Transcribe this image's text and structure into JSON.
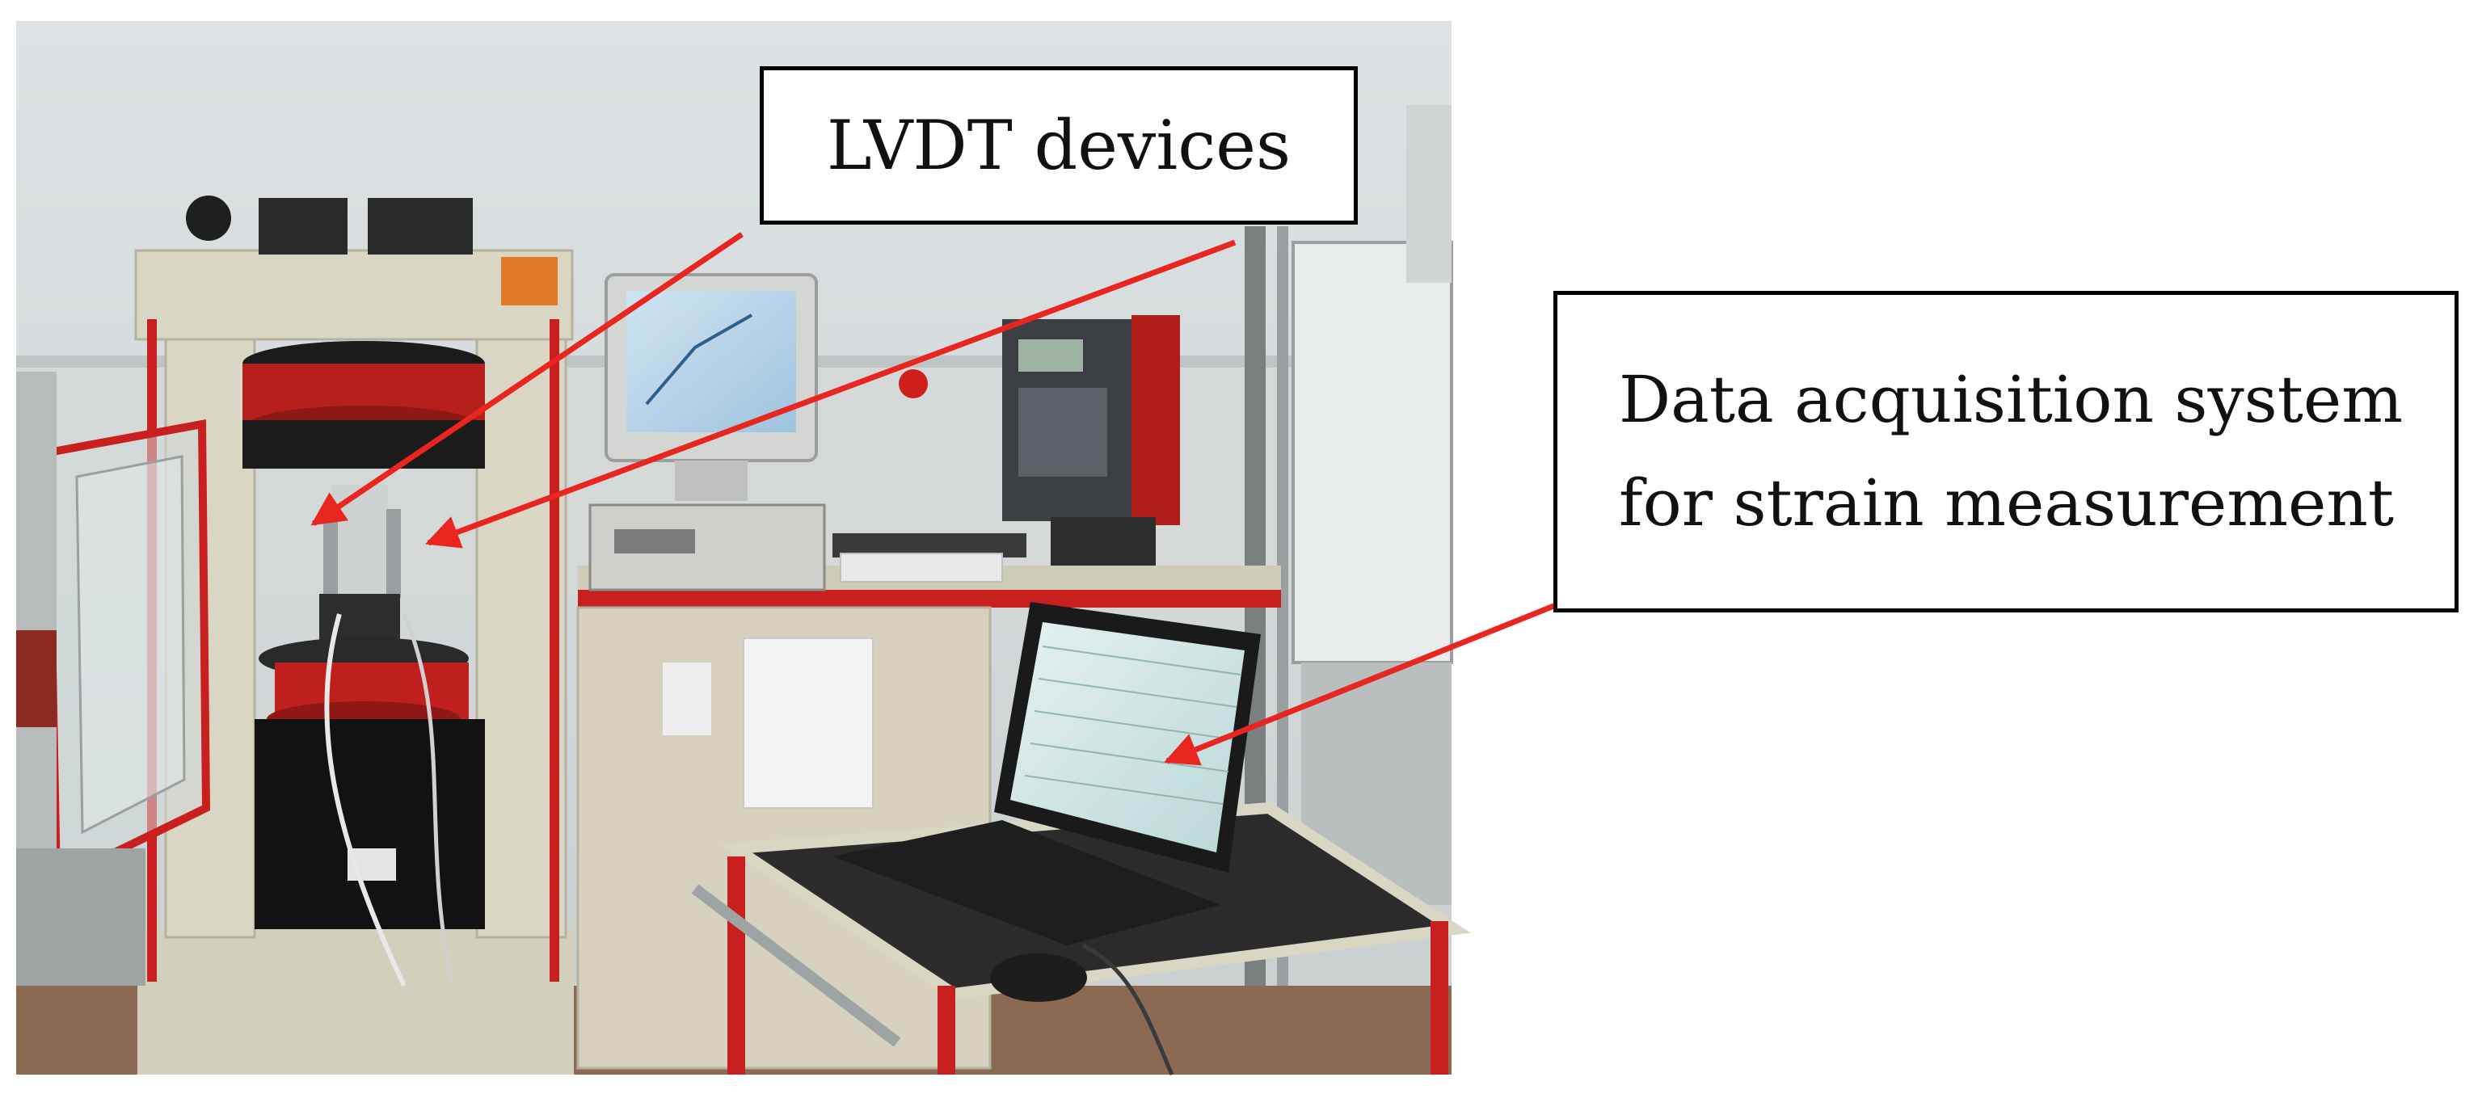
{
  "figure": {
    "callouts": {
      "lvdt": {
        "text": "LVDT devices"
      },
      "daq": {
        "line1": "Data acquisition system",
        "line2": "for strain measurement"
      }
    },
    "colors": {
      "arrow": "#e8251f",
      "frame_red": "#c8201e",
      "machine_beige": "#d9d6c3",
      "wall": "#e8ecec",
      "floor": "#8a6a52"
    }
  }
}
